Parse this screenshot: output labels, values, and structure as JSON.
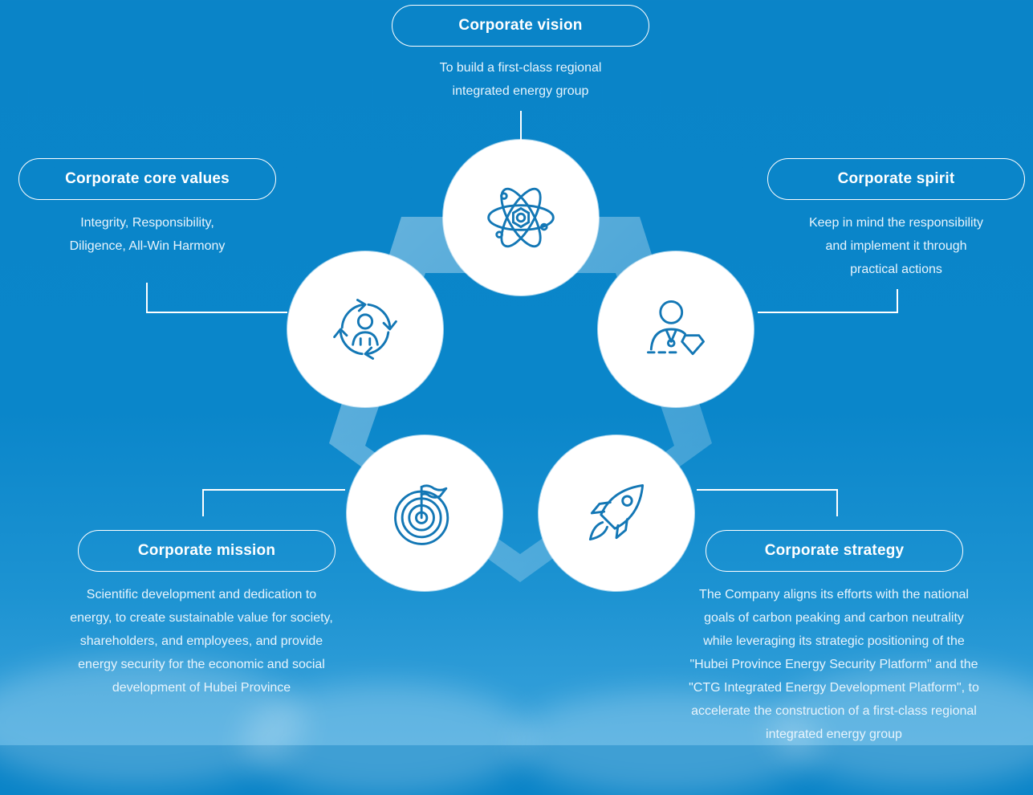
{
  "vision": {
    "title": "Corporate vision",
    "desc": [
      "To build a first-class regional",
      "integrated energy group"
    ]
  },
  "values": {
    "title": "Corporate core values",
    "desc": [
      "Integrity, Responsibility,",
      "Diligence, All-Win Harmony"
    ]
  },
  "spirit": {
    "title": "Corporate spirit",
    "desc": [
      "Keep in mind the responsibility",
      "and implement it through",
      "practical actions"
    ]
  },
  "mission": {
    "title": "Corporate mission",
    "desc": [
      "Scientific development and dedication to",
      "energy, to create sustainable value for society,",
      "shareholders, and employees, and provide",
      "energy security for the economic and social",
      "development of Hubei Province"
    ]
  },
  "strategy": {
    "title": "Corporate strategy",
    "desc": [
      "The Company aligns its efforts with the national",
      "goals of carbon peaking and carbon neutrality",
      "while leveraging its strategic positioning of the",
      "\"Hubei Province Energy Security Platform\" and the",
      "\"CTG Integrated Energy Development Platform\", to",
      "accelerate the construction of a first-class regional",
      "integrated energy group"
    ]
  },
  "icons": {
    "vision": "atom-icon",
    "values": "person-cycle-icon",
    "spirit": "person-badge-icon",
    "mission": "target-flag-icon",
    "strategy": "rocket-icon"
  },
  "colors": {
    "background": "#0a84c8",
    "icon": "#1377b5",
    "circle": "#ffffff"
  }
}
